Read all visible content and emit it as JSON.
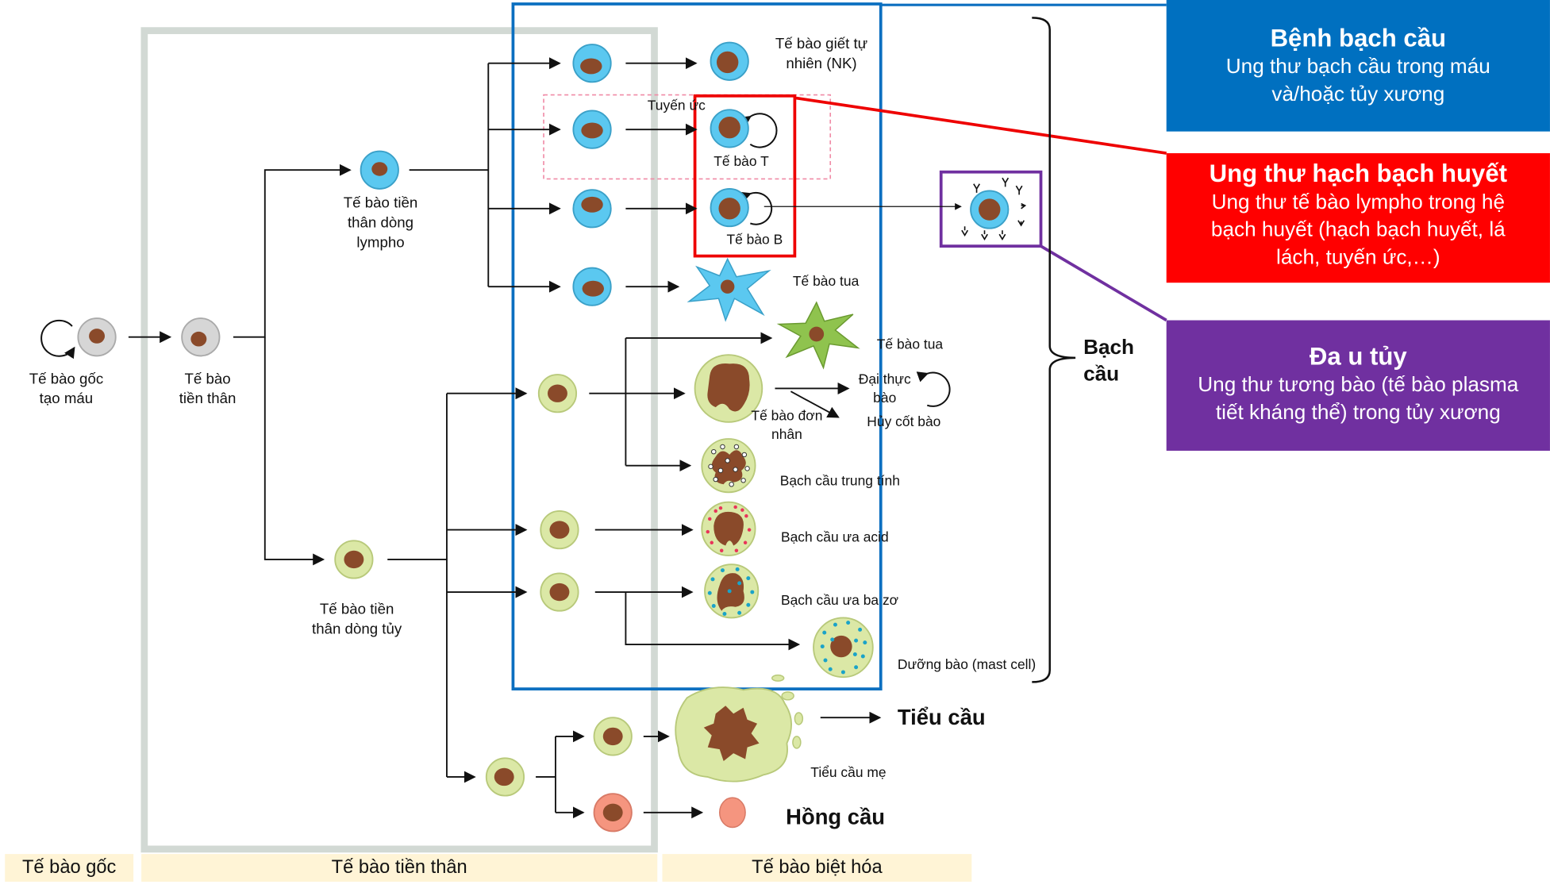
{
  "cells": {
    "stem": "Tế bào gốc\ntạo máu",
    "progenitor": "Tế bào\ntiền thân",
    "lymphoid": "Tế bào tiền\nthân dòng\nlympho",
    "myeloid": "Tế bào tiền\nthân dòng tủy",
    "nk": "Tế bào giết tự\nnhiên (NK)",
    "thymus": "Tuyến ức",
    "t_cell": "Tế bào T",
    "b_cell": "Tế bào B",
    "dendritic_1": "Tế bào tua",
    "dendritic_2": "Tế bào tua",
    "macrophage": "Đại thực\nbào",
    "monocyte": "Tế bào đơn\nnhân",
    "osteoclast": "Hủy cốt bào",
    "neutrophil": "Bạch cầu trung tính",
    "eosinophil": "Bạch cầu ưa acid",
    "basophil": "Bạch cầu ưa ba zơ",
    "mast": "Dưỡng bào (mast cell)",
    "megakaryocyte": "Tiểu cầu mẹ",
    "platelet": "Tiểu cầu",
    "rbc": "Hồng cầu",
    "leukocyte": "Bạch\ncầu"
  },
  "stages": {
    "stem": "Tế bào gốc",
    "progenitor": "Tế bào tiền thân",
    "differentiated": "Tế bào biệt hóa"
  },
  "callouts": {
    "leukemia": {
      "title": "Bệnh bạch cầu",
      "desc": "Ung thư bạch cầu trong máu\nvà/hoặc tủy xương",
      "color": "#0070c0"
    },
    "lymphoma": {
      "title": "Ung thư hạch bạch huyết",
      "desc": "Ung thư tế bào lympho trong hệ\nbạch huyết (hạch bạch huyết, lá\nlách, tuyến ức,…)",
      "color": "#ff0000"
    },
    "myeloma": {
      "title": "Đa u tủy",
      "desc": "Ung thư tương bào (tế bào plasma\ntiết kháng thể) trong tủy xương",
      "color": "#7030a0"
    }
  },
  "colors": {
    "lymphoid_cell": "#5bc8f0",
    "myeloid_cell": "#dbe8a6",
    "stem_cell": "#d6d6d6",
    "nucleus": "#8a4a2a",
    "rbc": "#f5957f"
  }
}
